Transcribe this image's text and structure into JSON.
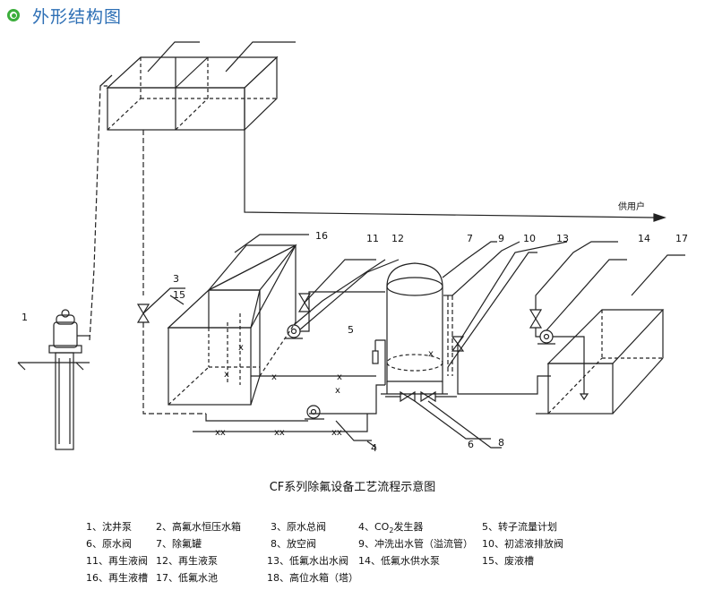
{
  "header": {
    "title": "外形结构图"
  },
  "diagram": {
    "callouts": {
      "n1": "1",
      "n3": "3",
      "n5": "5",
      "n7": "7",
      "n9": "9",
      "n10": "10",
      "n11": "11",
      "n12": "12",
      "n13": "13",
      "n14": "14",
      "n15": "15",
      "n16": "16",
      "n17": "17",
      "n6": "6",
      "n8": "8",
      "n4": "4"
    },
    "supply_label": "供用户",
    "pipe_mark": "x",
    "pipe_mark_double": "xx"
  },
  "caption": "CF系列除氟设备工艺流程示意图",
  "legend": {
    "i1": "1、沈井泵",
    "i2": "2、高氟水恒压水箱",
    "i3": "3、原水总阀",
    "i4_pre": "4、CO",
    "i4_sub": "2",
    "i4_post": "发生器",
    "i5": "5、转子流量计划",
    "i6": "6、原水阀",
    "i7": "7、除氟罐",
    "i8": "8、放空阀",
    "i9": "9、冲洗出水管（溢流管）",
    "i10": "10、初滤液排放阀",
    "i11": "11、再生液阀",
    "i12": "12、再生液泵",
    "i13": "13、低氟水出水阀",
    "i14": "14、低氟水供水泵",
    "i15": "15、废液槽",
    "i16": "16、再生液槽",
    "i17": "17、低氟水池",
    "i18": "18、高位水箱（塔）"
  }
}
